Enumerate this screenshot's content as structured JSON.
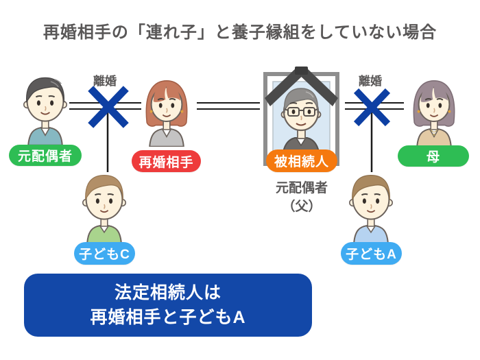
{
  "page": {
    "title": "再婚相手の「連れ子」と養子縁組をしていない場合"
  },
  "colors": {
    "label_green": "#2ebd54",
    "label_red": "#ee3b3b",
    "label_orange": "#f5790f",
    "label_blue": "#3fabf2",
    "divorce_x_blue": "#0d3fa3",
    "conclusion_bg": "#1348a8",
    "text_gray": "#595757",
    "line_black": "#1b1b1b"
  },
  "divorce": {
    "left": "離婚",
    "right": "離婚"
  },
  "people": {
    "ex_spouse": {
      "label": "元配偶者"
    },
    "remarriage_partner": {
      "label": "再婚相手"
    },
    "deceased": {
      "label": "被相続人",
      "note_line1": "元配偶者",
      "note_line2": "（父）"
    },
    "mother": {
      "label": "母"
    },
    "child_c": {
      "label": "子どもC"
    },
    "child_a": {
      "label": "子どもA"
    }
  },
  "conclusion": {
    "line1": "法定相続人は",
    "line2": "再婚相手と子どもA"
  }
}
